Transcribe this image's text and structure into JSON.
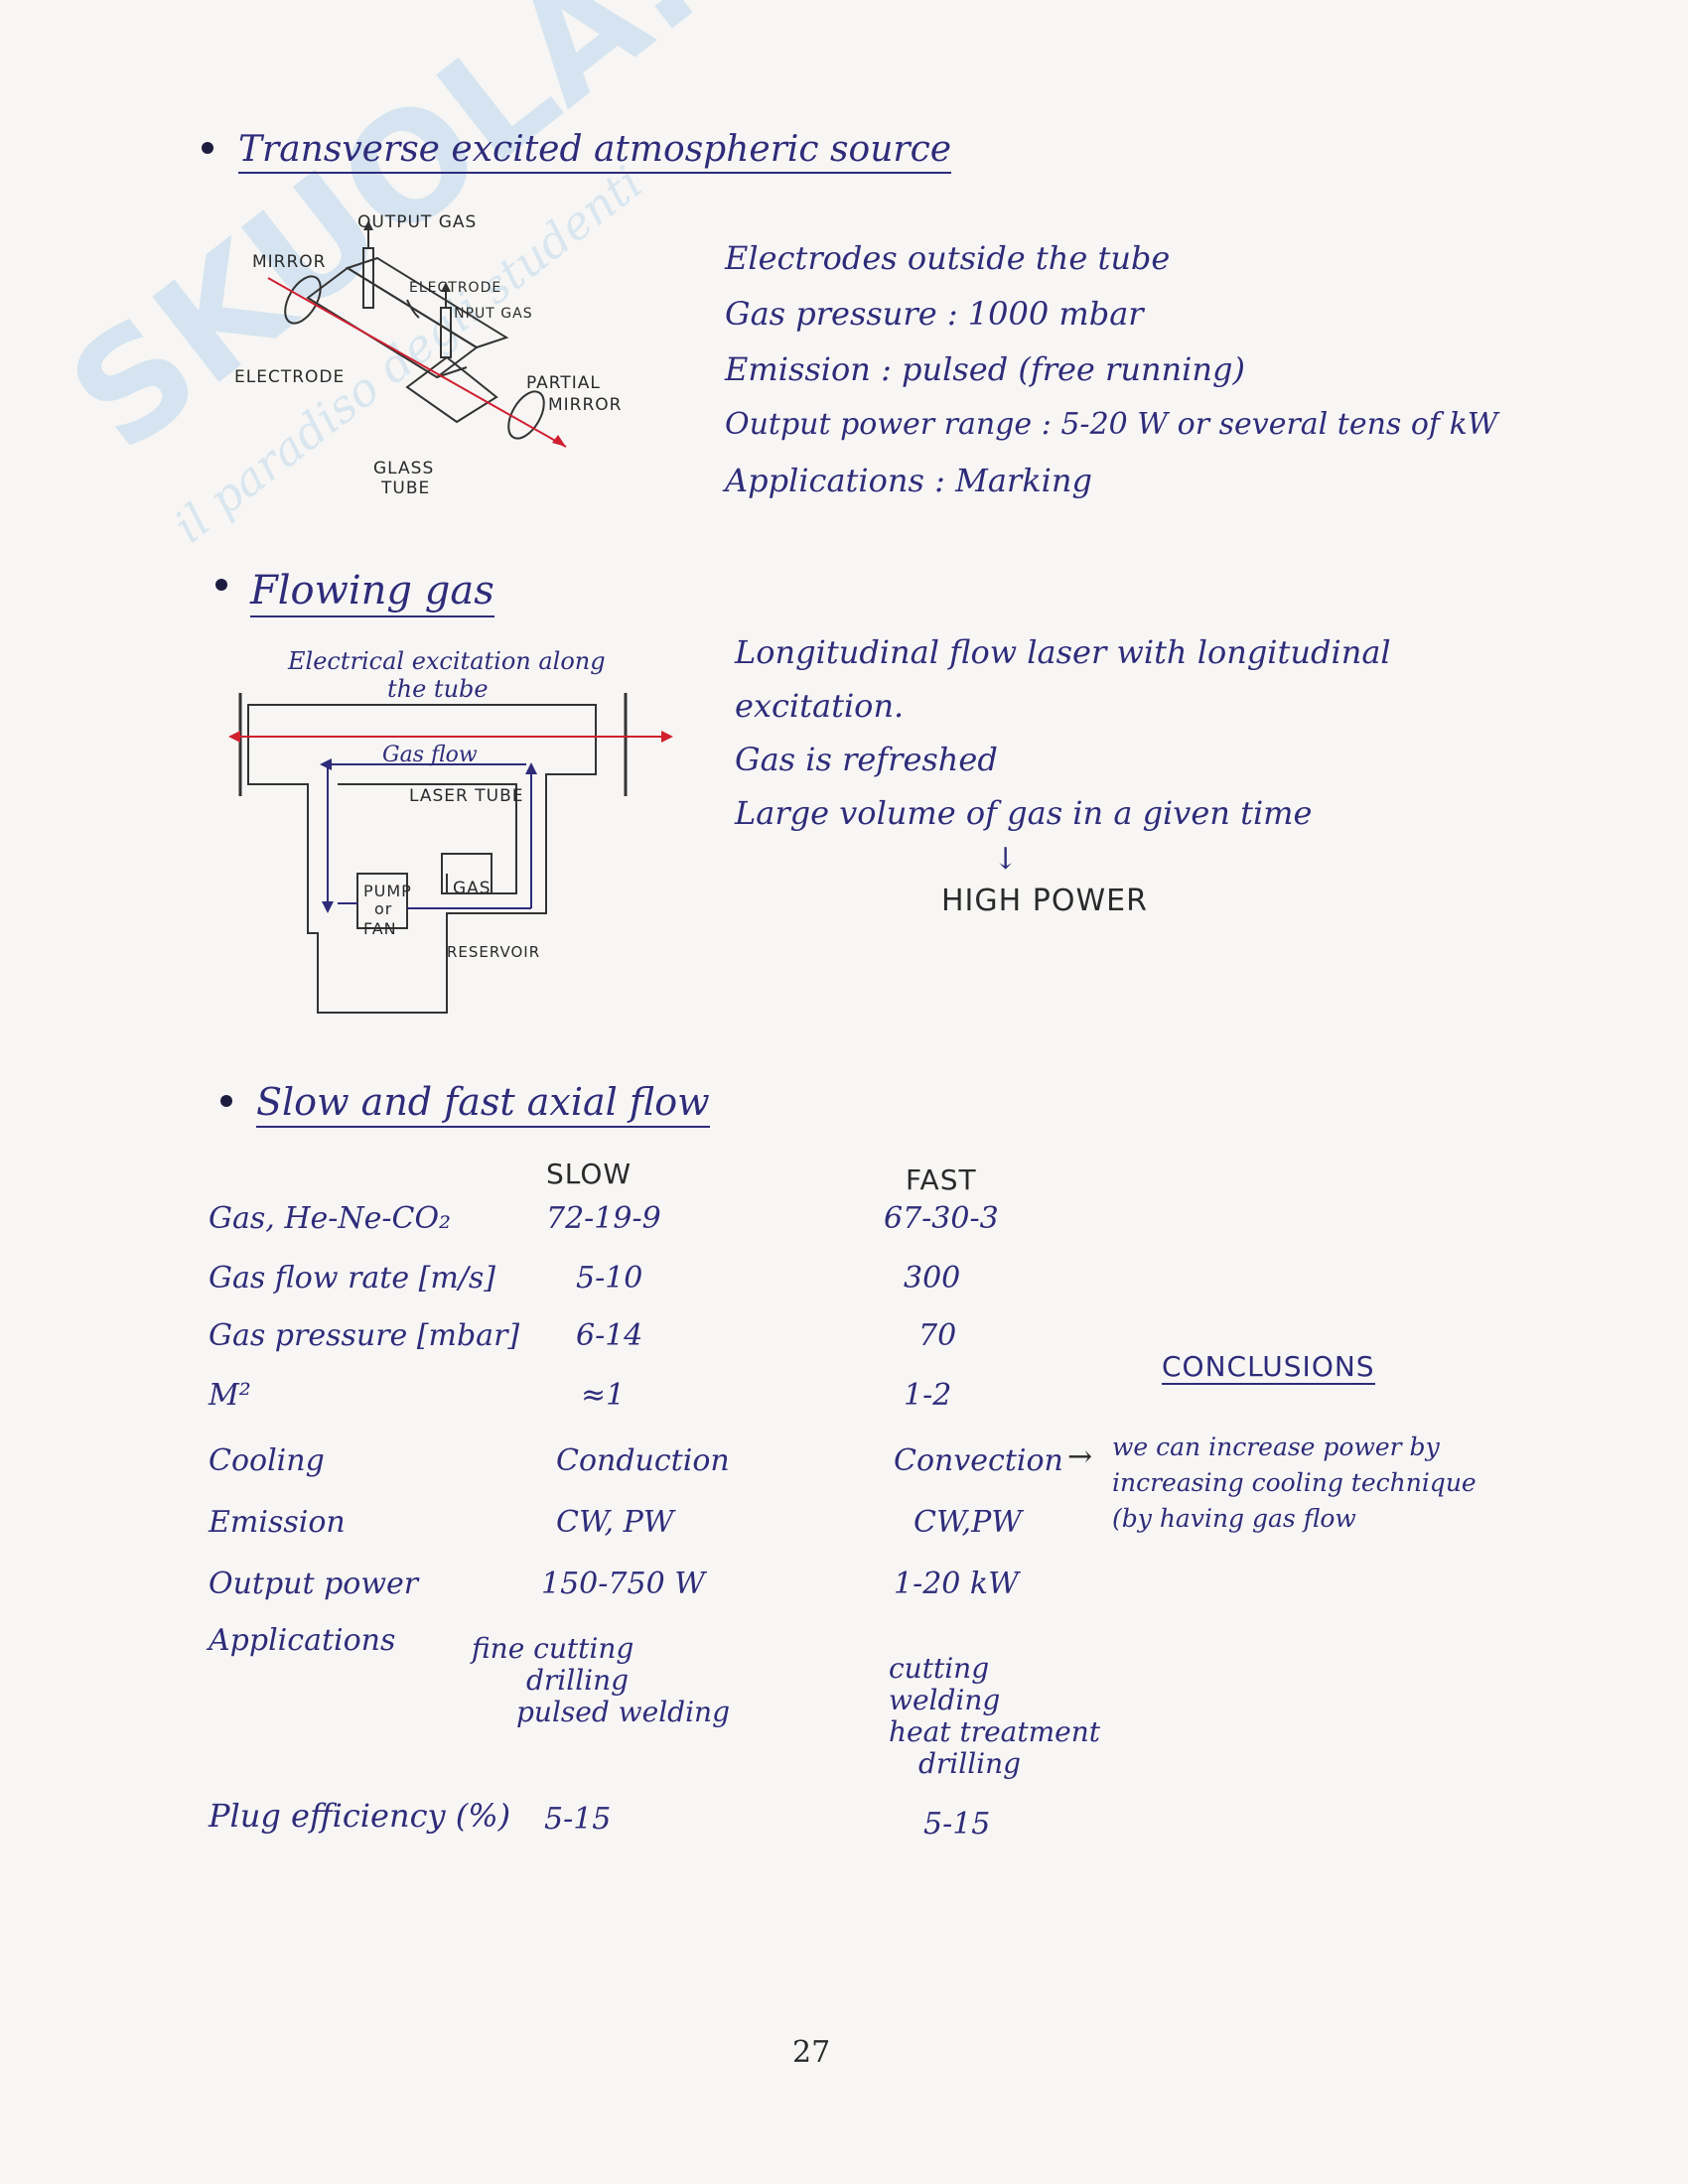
{
  "watermark": {
    "brand": "SKUOLA.net",
    "tagline": "il paradiso degli studenti"
  },
  "section1": {
    "heading": "Transverse excited atmospheric source",
    "diagram_labels": {
      "output_gas": "OUTPUT GAS",
      "mirror": "MIRROR",
      "electrode_top": "ELECTRODE",
      "input_gas": "INPUT GAS",
      "electrode_left": "ELECTRODE",
      "partial_mirror_1": "PARTIAL",
      "partial_mirror_2": "MIRROR",
      "glass_tube_1": "GLASS",
      "glass_tube_2": "TUBE"
    },
    "notes": [
      "Electrodes outside the tube",
      "Gas pressure : 1000 mbar",
      "Emission : pulsed (free running)",
      "Output power range : 5-20 W  or several tens of kW",
      "Applications : Marking"
    ]
  },
  "section2": {
    "heading": "Flowing gas",
    "diagram_labels": {
      "caption_1": "Electrical excitation along",
      "caption_2": "the tube",
      "gas_flow": "Gas flow",
      "laser_tube": "LASER TUBE",
      "pump_1": "PUMP",
      "pump_2": "or",
      "pump_3": "FAN",
      "gas": "GAS",
      "reservoir": "RESERVOIR"
    },
    "notes": [
      "Longitudinal flow laser with longitudinal",
      "excitation.",
      "Gas is refreshed",
      "Large volume of gas in a given time"
    ],
    "arrow": "↓",
    "result": "HIGH POWER"
  },
  "section3": {
    "heading": "Slow and fast axial flow",
    "col_slow": "SLOW",
    "col_fast": "FAST",
    "rows": [
      {
        "label": "Gas, He-Ne-CO₂",
        "slow": "72-19-9",
        "fast": "67-30-3"
      },
      {
        "label": "Gas flow rate [m/s]",
        "slow": "5-10",
        "fast": "300"
      },
      {
        "label": "Gas pressure [mbar]",
        "slow": "6-14",
        "fast": "70"
      },
      {
        "label": "M²",
        "slow": "≈1",
        "fast": "1-2"
      },
      {
        "label": "Cooling",
        "slow": "Conduction",
        "fast": "Convection"
      },
      {
        "label": "Emission",
        "slow": "CW, PW",
        "fast": "CW,PW"
      },
      {
        "label": "Output power",
        "slow": "150-750 W",
        "fast": "1-20 kW"
      }
    ],
    "applications": {
      "label": "Applications",
      "slow": [
        "fine cutting",
        "drilling",
        "pulsed welding"
      ],
      "fast": [
        "cutting",
        "welding",
        "heat treatment",
        "drilling"
      ]
    },
    "plug": {
      "label": "Plug efficiency (%)",
      "slow": "5-15",
      "fast": "5-15"
    },
    "conclusions": {
      "title": "CONCLUSIONS",
      "arrow": "→",
      "lines": [
        "we can increase power by",
        "increasing cooling technique",
        "(by having gas flow"
      ]
    }
  },
  "page_number": "27",
  "colors": {
    "ink": "#2e2c7a",
    "pencil": "#2a2a2a",
    "laser_red": "#d02030",
    "paper": "#f7f6f4"
  }
}
